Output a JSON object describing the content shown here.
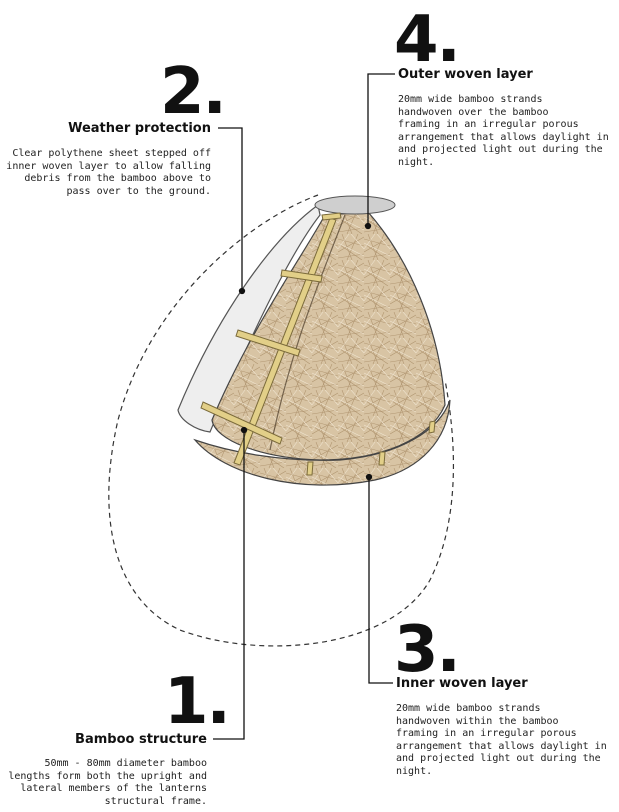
{
  "callouts": [
    {
      "number": "1.",
      "title": "Bamboo structure",
      "lines": [
        "50mm - 80mm diameter bamboo",
        "lengths form both the upright and",
        "lateral members of the lanterns",
        "structural frame."
      ]
    },
    {
      "number": "2.",
      "title": "Weather protection",
      "lines": [
        "Clear polythene sheet stepped off",
        "inner woven layer to allow falling",
        "debris from the bamboo above to",
        "pass over to the ground."
      ]
    },
    {
      "number": "3.",
      "title": "Inner woven layer",
      "lines": [
        "20mm wide bamboo strands",
        "handwoven within the bamboo",
        "framing in an irregular porous",
        "arrangement that allows daylight in",
        "and projected light out during the",
        "night."
      ]
    },
    {
      "number": "4.",
      "title": "Outer woven layer",
      "lines": [
        "20mm wide bamboo strands",
        "handwoven over the bamboo",
        "framing in an irregular porous",
        "arrangement that allows daylight in",
        "and projected light out during the",
        "night."
      ]
    }
  ],
  "colors": {
    "weave": "#d8c4a4",
    "weave_dark": "#b59a75",
    "bamboo": "#e2cf88",
    "sheet": "#eeeeee",
    "ink": "#111111"
  }
}
